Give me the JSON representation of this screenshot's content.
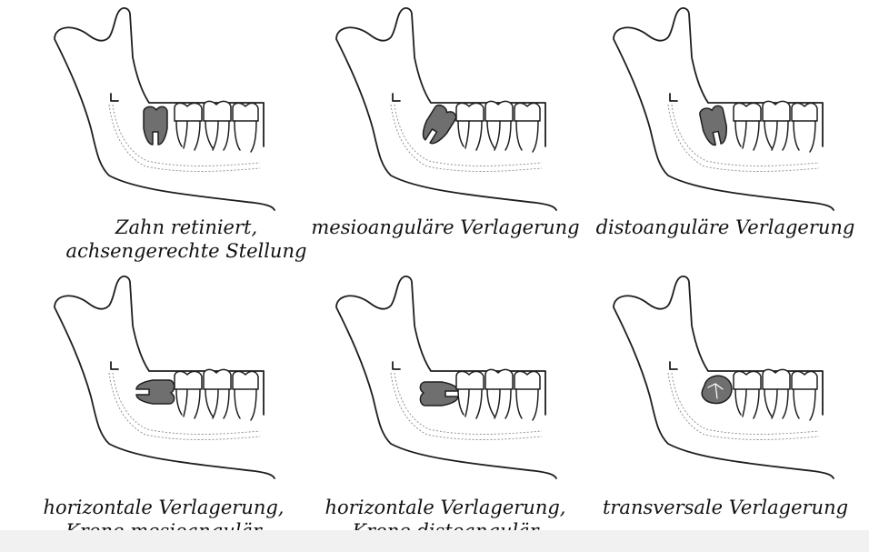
{
  "figure": {
    "panels": [
      {
        "name": "zahn-retiniert",
        "wisdom_tooth": "upright",
        "caption": [
          "Zahn retiniert,",
          "achsengerechte Stellung"
        ]
      },
      {
        "name": "mesioangulaer",
        "wisdom_tooth": "mesioangular",
        "caption": [
          "mesioanguläre Verlagerung"
        ]
      },
      {
        "name": "distoangulaer",
        "wisdom_tooth": "distoangular",
        "caption": [
          "distoanguläre Verlagerung"
        ]
      },
      {
        "name": "horizontal-mesio",
        "wisdom_tooth": "horizontal-mesial",
        "caption": [
          "horizontale Verlagerung,",
          "Krone mesioangulär"
        ]
      },
      {
        "name": "horizontal-disto",
        "wisdom_tooth": "horizontal-distal",
        "caption": [
          "horizontale Verlagerung,",
          "Krone distoangulär"
        ]
      },
      {
        "name": "transversal",
        "wisdom_tooth": "transverse",
        "caption": [
          "transversale Verlagerung"
        ]
      }
    ]
  },
  "colors": {
    "wisdom_tooth_fill": "#6f6f6f",
    "outline": "#1e1e1e",
    "background": "#ffffff"
  }
}
